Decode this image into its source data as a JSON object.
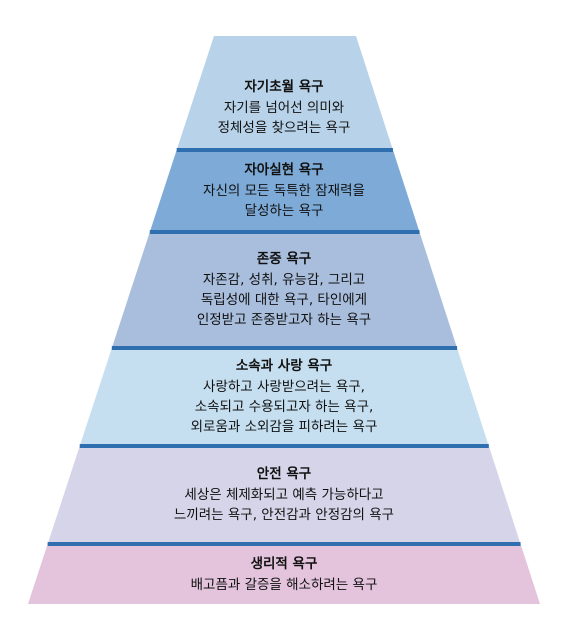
{
  "colors": {
    "separator": "#2f6fb0",
    "levels": [
      "#b8d3e9",
      "#7daad6",
      "#a9bedd",
      "#c6dff0",
      "#d6d4e8",
      "#e3c4dc"
    ]
  },
  "levels": [
    {
      "title": "자기초월 욕구",
      "lines": [
        "자기를 넘어선 의미와",
        "정체성을 찾으려는 욕구"
      ]
    },
    {
      "title": "자아실현 욕구",
      "lines": [
        "자신의 모든 독특한 잠재력을",
        "달성하는 욕구"
      ]
    },
    {
      "title": "존중 욕구",
      "lines": [
        "자존감, 성취, 유능감, 그리고",
        "독립성에 대한 욕구, 타인에게",
        "인정받고 존중받고자 하는 욕구"
      ]
    },
    {
      "title": "소속과 사랑 욕구",
      "lines": [
        "사랑하고 사랑받으려는 욕구,",
        "소속되고 수용되고자 하는 욕구,",
        "외로움과 소외감을 피하려는 욕구"
      ]
    },
    {
      "title": "안전 욕구",
      "lines": [
        "세상은 체제화되고 예측 가능하다고",
        "느끼려는 욕구, 안전감과 안정감의 욕구"
      ]
    },
    {
      "title": "생리적 욕구",
      "lines": [
        "배고픔과 갈증을 해소하려는 욕구"
      ]
    }
  ]
}
